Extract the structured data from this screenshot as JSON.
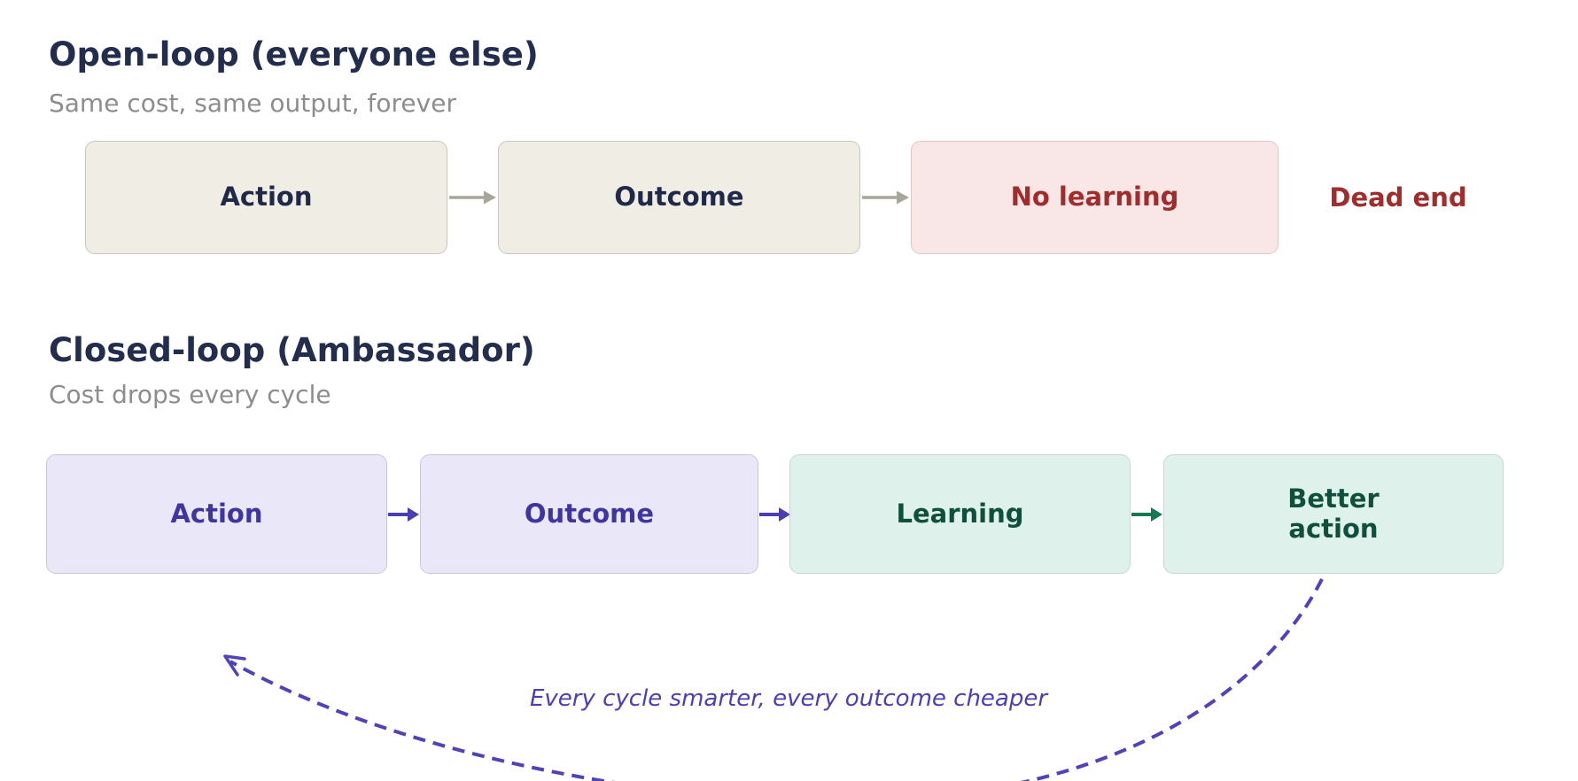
{
  "canvas": {
    "background": "#ffffff"
  },
  "open_loop": {
    "title": "Open-loop (everyone else)",
    "subtitle": "Same cost, same output, forever",
    "title_color": "#232e4e",
    "subtitle_color": "#8d8d8d",
    "arrow_color": "#a8a69b",
    "boxes": [
      {
        "label": "Action",
        "fill": "#f0ede5",
        "border": "#c8c6bc",
        "text_color": "#1f2a4a"
      },
      {
        "label": "Outcome",
        "fill": "#f0ede5",
        "border": "#c8c6bc",
        "text_color": "#1f2a4a"
      },
      {
        "label": "No learning",
        "fill": "#f9e7e7",
        "border": "#dcc8c8",
        "text_color": "#a02c2c"
      }
    ],
    "end_label": "Dead end",
    "end_label_color": "#a02c2c"
  },
  "closed_loop": {
    "title": "Closed-loop (Ambassador)",
    "subtitle": "Cost drops every cycle",
    "title_color": "#232e4e",
    "subtitle_color": "#8d8d8d",
    "purple_arrow_color": "#4b40b3",
    "green_arrow_color": "#157a52",
    "boxes": [
      {
        "label": "Action",
        "fill": "#eae7f9",
        "border": "#c9c6dc",
        "text_color": "#3e35a3"
      },
      {
        "label": "Outcome",
        "fill": "#eae7f9",
        "border": "#c9c6dc",
        "text_color": "#3e35a3"
      },
      {
        "label": "Learning",
        "fill": "#def1ea",
        "border": "#c7d9d1",
        "text_color": "#0f4f3b"
      },
      {
        "label": "Better action",
        "fill": "#def1ea",
        "border": "#c7d9d1",
        "text_color": "#0f4f3b"
      }
    ],
    "loop_arrow_color": "#4e43bb",
    "loop_caption": "Every cycle smarter, every outcome cheaper",
    "loop_caption_color": "#4a40b5"
  }
}
